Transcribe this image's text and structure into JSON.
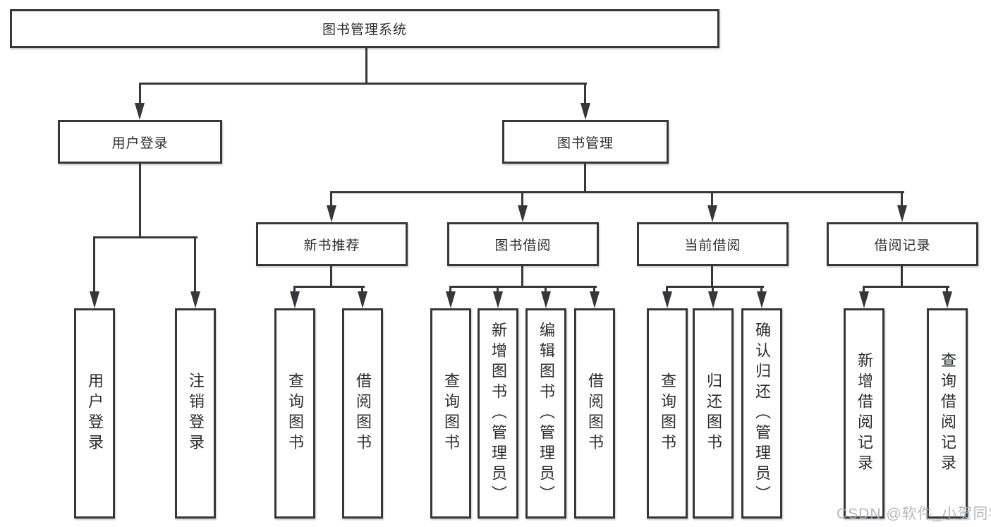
{
  "diagram": {
    "type": "hierarchy-tree",
    "tree": {
      "label": "图书管理系统",
      "children": [
        {
          "label": "用户登录",
          "children": [
            {
              "label": "用户登录"
            },
            {
              "label": "注销登录"
            }
          ]
        },
        {
          "label": "图书管理",
          "children": [
            {
              "label": "新书推荐",
              "children": [
                {
                  "label": "查询图书"
                },
                {
                  "label": "借阅图书"
                }
              ]
            },
            {
              "label": "图书借阅",
              "children": [
                {
                  "label": "查询图书"
                },
                {
                  "label": "新增图书（管理员）"
                },
                {
                  "label": "编辑图书（管理员）"
                },
                {
                  "label": "借阅图书"
                }
              ]
            },
            {
              "label": "当前借阅",
              "children": [
                {
                  "label": "查询图书"
                },
                {
                  "label": "归还图书"
                },
                {
                  "label": "确认归还（管理员）"
                }
              ]
            },
            {
              "label": "借阅记录",
              "children": [
                {
                  "label": "新增借阅记录"
                },
                {
                  "label": "查询借阅记录"
                }
              ]
            }
          ]
        }
      ]
    },
    "colors": {
      "line": "#35373a",
      "box_border": "#35373a",
      "box_background": "#ffffff",
      "text": "#2b2d30",
      "background": "#ffffff",
      "watermark": "#a5aab2"
    }
  },
  "watermark": {
    "text": "CSDN @软件_小贺同学"
  }
}
